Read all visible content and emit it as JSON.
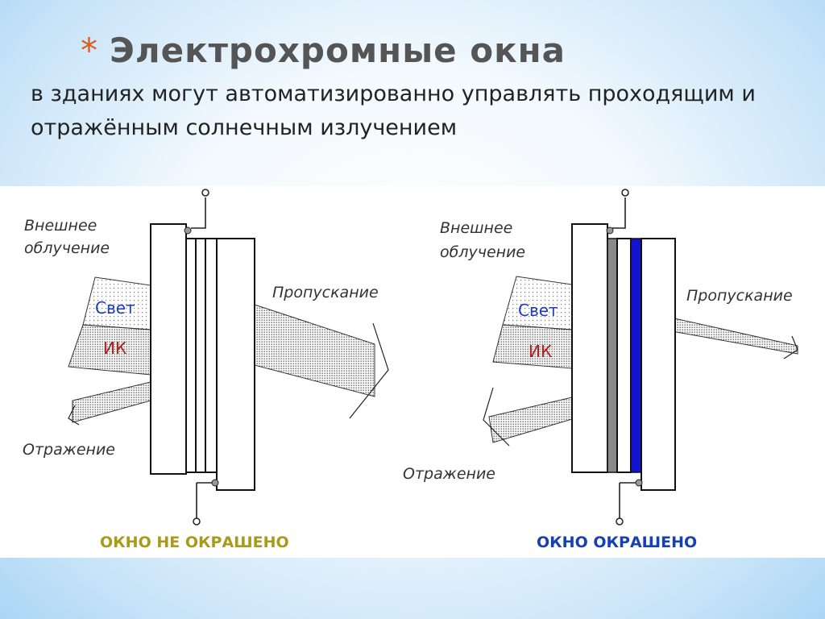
{
  "slide": {
    "title_bullet": "*",
    "title": "Электрохромные окна",
    "subtitle": "в зданиях могут автоматизированно управлять проходящим и отражённым солнечным излучением"
  },
  "diagrams": {
    "left": {
      "external_label_line1": "Внешнее",
      "external_label_line2": "облучение",
      "transmission_label": "Пропускание",
      "light_label": "Свет",
      "ir_label": "ИК",
      "reflection_label": "Отражение",
      "caption": "ОКНО НЕ ОКРАШЕНО",
      "caption_color": "#a89a1a"
    },
    "right": {
      "external_label_line1": "Внешнее",
      "external_label_line2": "облучение",
      "transmission_label": "Пропускание",
      "light_label": "Свет",
      "ir_label": "ИК",
      "reflection_label": "Отражение",
      "caption": "ОКНО ОКРАШЕНО",
      "caption_color": "#1840b0",
      "colored_layer_color": "#1414d0",
      "gray_layer_color": "#8a8a8a"
    }
  }
}
